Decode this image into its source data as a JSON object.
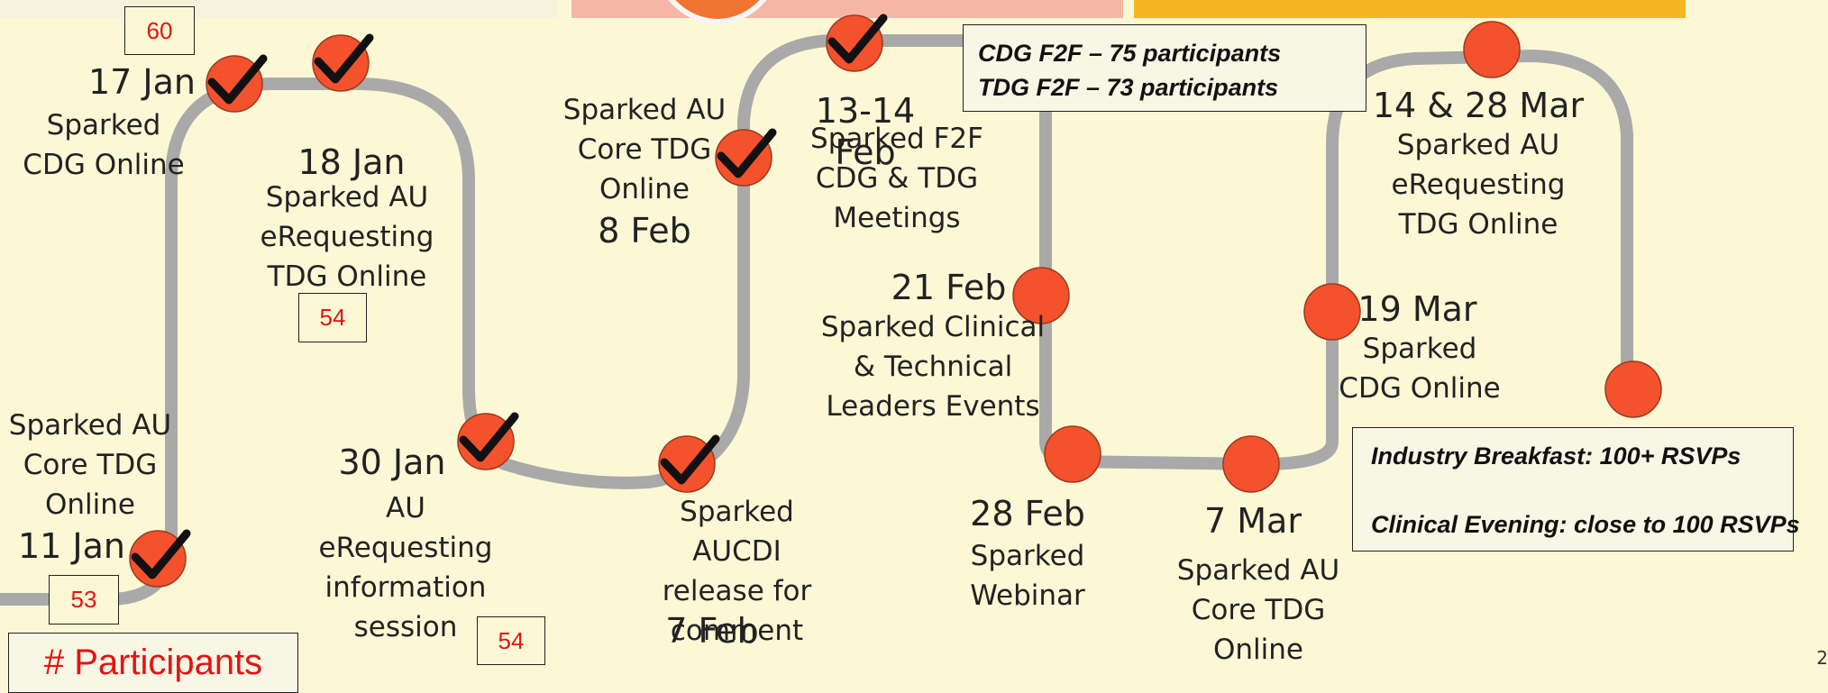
{
  "events": [
    {
      "id": "e11jan",
      "date": "11 Jan",
      "lines": [
        "Sparked AU",
        "Core TDG",
        "Online"
      ],
      "done": true
    },
    {
      "id": "e17jan",
      "date": "17 Jan",
      "lines": [
        "Sparked",
        "CDG Online"
      ],
      "done": true
    },
    {
      "id": "e18jan",
      "date": "18 Jan",
      "lines": [
        "Sparked AU",
        "eRequesting",
        "TDG Online"
      ],
      "done": true
    },
    {
      "id": "e30jan",
      "date": "30 Jan",
      "lines": [
        "AU",
        "eRequesting",
        "information",
        "session"
      ],
      "done": true
    },
    {
      "id": "e7feb",
      "date": "7 Feb",
      "lines": [
        "Sparked AUCDI",
        "release for",
        "comment"
      ],
      "done": true
    },
    {
      "id": "e8feb",
      "date": "8 Feb",
      "lines": [
        "Sparked AU",
        "Core TDG",
        "Online"
      ],
      "done": true
    },
    {
      "id": "e1314feb",
      "date": "13-14 Feb",
      "lines": [
        "Sparked F2F",
        "CDG & TDG",
        "Meetings"
      ],
      "done": true
    },
    {
      "id": "e21feb",
      "date": "21 Feb",
      "lines": [
        "Sparked Clinical",
        "& Technical",
        "Leaders Events"
      ],
      "done": false
    },
    {
      "id": "e28feb",
      "date": "28 Feb",
      "lines": [
        "Sparked",
        "Webinar"
      ],
      "done": false
    },
    {
      "id": "e7mar",
      "date": "7 Mar",
      "lines": [
        "Sparked AU",
        "Core TDG",
        "Online"
      ],
      "done": false
    },
    {
      "id": "e19mar",
      "date": "19 Mar",
      "lines": [
        "Sparked",
        "CDG Online"
      ],
      "done": false
    },
    {
      "id": "e1428mar",
      "date": "14 & 28 Mar",
      "lines": [
        "Sparked AU",
        "eRequesting",
        "TDG Online"
      ],
      "done": false
    },
    {
      "id": "eend",
      "date": "",
      "lines": [],
      "done": false
    }
  ],
  "participant_counts": {
    "c17jan": "60",
    "c18jan": "54",
    "c11jan": "53",
    "c30jan": "54"
  },
  "notes": {
    "f2f": [
      "CDG F2F – 75 participants",
      "TDG F2F – 73 participants"
    ],
    "industry": [
      "Industry Breakfast: 100+ RSVPs",
      "Clinical Evening: close to 100 RSVPs"
    ]
  },
  "legend": "# Participants",
  "page_number": "2",
  "colors": {
    "marker": "#f4522d",
    "path": "#a9a9a9",
    "check": "#111111",
    "count_text": "#e31414",
    "background": "#fcf8d6"
  }
}
